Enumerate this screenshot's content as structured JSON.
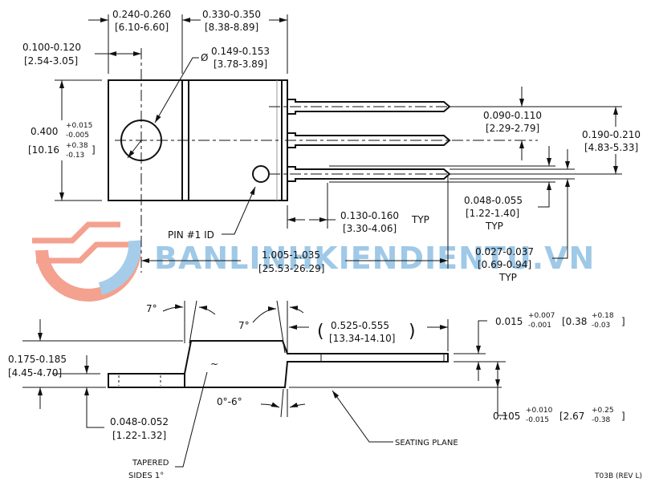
{
  "watermark": {
    "text": "BANLINHKIENDIENTU.VN",
    "accent": "#7fb8e0",
    "logo_color": "#f07a60"
  },
  "top_view": {
    "dim_width_tab": {
      "in": "0.240-0.260",
      "mm": "[6.10-6.60]"
    },
    "dim_width_body": {
      "in": "0.330-0.350",
      "mm": "[8.38-8.89]"
    },
    "dim_hole_offset": {
      "in": "0.100-0.120",
      "mm": "[2.54-3.05]"
    },
    "dim_hole_dia": {
      "symbol": "Ø",
      "in": "0.149-0.153",
      "mm": "[3.78-3.89]"
    },
    "dim_height": {
      "base": "0.400",
      "tol_plus": "+0.015",
      "tol_minus": "-0.005",
      "mm_base": "[10.16",
      "mm_plus": "+0.38",
      "mm_minus": "-0.13",
      "mm_close": "]"
    },
    "dim_pitch": {
      "in": "0.090-0.110",
      "mm": "[2.29-2.79]"
    },
    "dim_span": {
      "in": "0.190-0.210",
      "mm": "[4.83-5.33]"
    },
    "dim_lead_shoulder": {
      "in": "0.048-0.055",
      "mm": "[1.22-1.40]",
      "note": "TYP"
    },
    "dim_lead_width": {
      "in": "0.027-0.037",
      "mm": "[0.69-0.94]",
      "note": "TYP"
    },
    "dim_shoulder_len": {
      "in": "0.130-0.160",
      "mm": "[3.30-4.06]",
      "note": "TYP"
    },
    "dim_overall_len": {
      "in": "1.005-1.035",
      "mm": "[25.53-26.29]"
    },
    "pin1_label": "PIN #1 ID"
  },
  "side_view": {
    "angle_left": "7°",
    "angle_right": "7°",
    "angle_bottom": "0°-6°",
    "dim_lead_len": {
      "open": "(",
      "in": "0.525-0.555",
      "mm": "[13.34-14.10]",
      "close": ")"
    },
    "dim_lead_thk": {
      "base": "0.015",
      "tol_plus": "+0.007",
      "tol_minus": "-0.001",
      "mm_base": "[0.38",
      "mm_plus": "+0.18",
      "mm_minus": "-0.03",
      "mm_close": "]"
    },
    "dim_body_height": {
      "in": "0.175-0.185",
      "mm": "[4.45-4.70]"
    },
    "dim_tab_thk": {
      "in": "0.048-0.052",
      "mm": "[1.22-1.32]"
    },
    "dim_lead_height": {
      "base": "0.105",
      "tol_plus": "+0.010",
      "tol_minus": "-0.015",
      "mm_base": "[2.67",
      "mm_plus": "+0.25",
      "mm_minus": "-0.38",
      "mm_close": "]"
    },
    "seating_plane": "SEATING PLANE",
    "tapered_1": "TAPERED",
    "tapered_2": "SIDES 1°",
    "taper_mark": "~"
  },
  "drawing_id": "T03B (REV L)"
}
